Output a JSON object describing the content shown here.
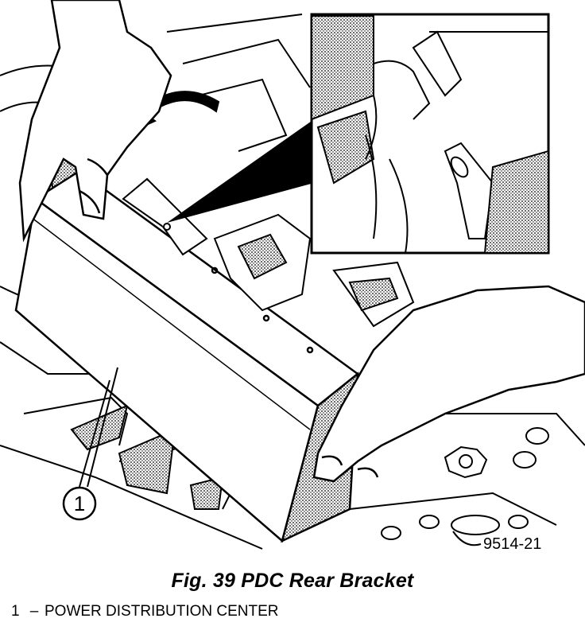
{
  "figure": {
    "caption": "Fig. 39 PDC Rear Bracket",
    "id_label": "9514-21"
  },
  "callouts": [
    {
      "number": "1"
    }
  ],
  "legend": [
    {
      "number": "1",
      "dash": "–",
      "text": "POWER DISTRIBUTION CENTER"
    }
  ]
}
